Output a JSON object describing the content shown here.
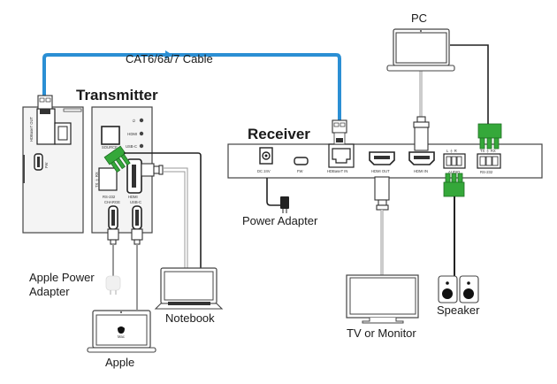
{
  "diagram": {
    "cable_label": "CAT6/6a/7 Cable",
    "cable_color": "#2b8fd4",
    "accent_green": "#35a83a",
    "transmitter": {
      "title": "Transmitter",
      "ports": {
        "hdbaset_out": "HDBaseT OUT",
        "fw": "FW",
        "source": "SOURCE",
        "power_led": "⏻",
        "hdmi_led": "HDMI",
        "usbc_led": "USB-C",
        "rs232_pins": "TX ⏚ RX",
        "rs232": "RS-232",
        "hdmi": "HDMI",
        "charge": "CHARGE",
        "usbc": "USB-C"
      }
    },
    "receiver": {
      "title": "Receiver",
      "ports": {
        "dc": "DC 24V",
        "fw": "FW",
        "hdbaset_in": "HDBaseT IN",
        "hdmi_out": "HDMI OUT",
        "hdmi_in": "HDMI IN",
        "audio_pins": "L  ⏚  R",
        "audio": "AUDIO",
        "rs232_pins": "TX  ⏚  RX",
        "rs232": "RS-232"
      }
    },
    "devices": {
      "pc": "PC",
      "power_adapter": "Power Adapter",
      "apple_power_adapter_line1": "Apple Power",
      "apple_power_adapter_line2": "Adapter",
      "notebook": "Notebook",
      "apple": "Apple",
      "apple_screen_text": "Mac",
      "tv": "TV or Monitor",
      "speaker": "Speaker"
    }
  }
}
